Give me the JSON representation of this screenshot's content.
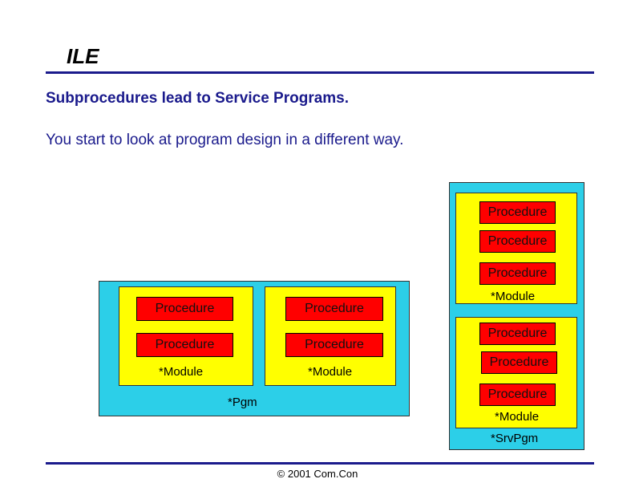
{
  "slide": {
    "title": "ILE",
    "line1": "Subprocedures lead to Service Programs.",
    "line2": "You start to look at program design in a different way.",
    "footer": "© 2001 Com.Con"
  },
  "diagram": {
    "program": {
      "label": "*Pgm",
      "modules": [
        {
          "label": "*Module",
          "procedures": [
            "Procedure",
            "Procedure"
          ]
        },
        {
          "label": "*Module",
          "procedures": [
            "Procedure",
            "Procedure"
          ]
        }
      ]
    },
    "service_program": {
      "label": "*SrvPgm",
      "modules": [
        {
          "label": "*Module",
          "procedures": [
            "Procedure",
            "Procedure",
            "Procedure"
          ]
        },
        {
          "label": "*Module",
          "procedures": [
            "Procedure",
            "Procedure",
            "Procedure"
          ]
        }
      ]
    }
  },
  "colors": {
    "cyan": "#2ccfe8",
    "yellow": "#ffff00",
    "red": "#ff0000",
    "rule": "#1a1a8c"
  }
}
